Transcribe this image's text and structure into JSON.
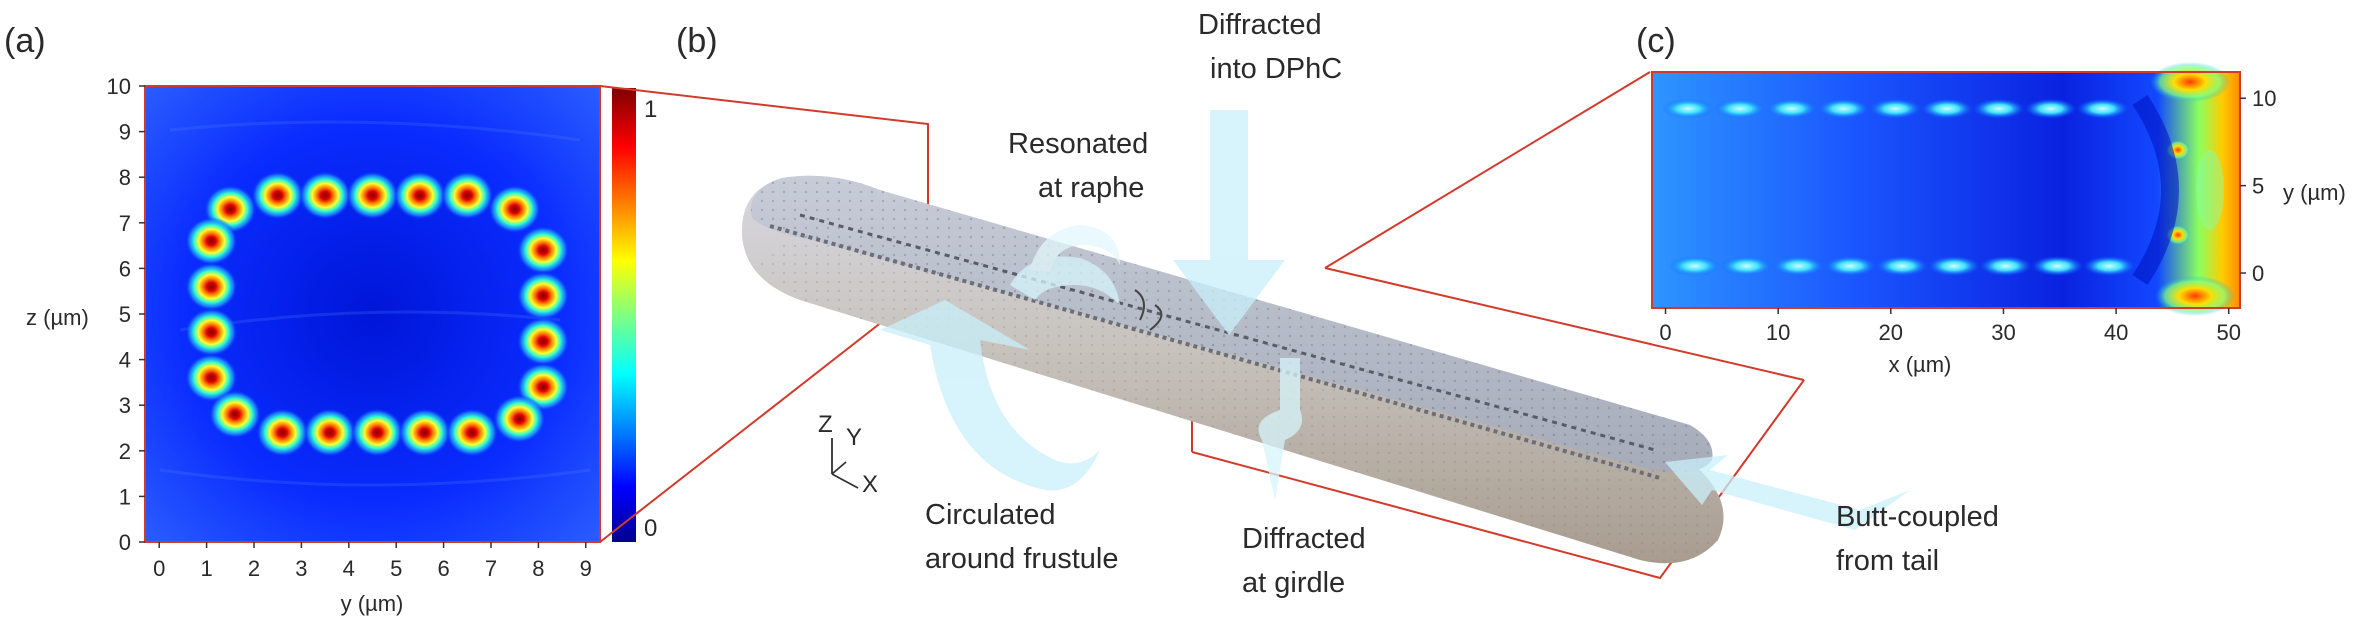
{
  "panels": {
    "a": {
      "label": "(a)",
      "xlabel": "y (µm)",
      "ylabel": "z (µm)",
      "xticks": [
        "0",
        "1",
        "2",
        "3",
        "4",
        "5",
        "6",
        "7",
        "8",
        "9"
      ],
      "yticks": [
        "0",
        "1",
        "2",
        "3",
        "4",
        "5",
        "6",
        "7",
        "8",
        "9",
        "10"
      ],
      "colorbar": {
        "max": "1",
        "min": "0"
      }
    },
    "b": {
      "label": "(b)",
      "annotations": {
        "diffracted_dphc": [
          "Diffracted",
          "into DPhC"
        ],
        "resonated": [
          "Resonated",
          "at raphe"
        ],
        "circulated": [
          "Circulated",
          "around frustule"
        ],
        "diffracted_girdle": [
          "Diffracted",
          "at girdle"
        ],
        "butt_coupled": [
          "Butt-coupled",
          "from tail"
        ]
      },
      "axes_icon": {
        "z": "Z",
        "y": "Y",
        "x": "X"
      }
    },
    "c": {
      "label": "(c)",
      "xlabel": "x (µm)",
      "ylabel": "y (µm)",
      "xticks": [
        "0",
        "10",
        "20",
        "30",
        "40",
        "50"
      ],
      "yticks": [
        "0",
        "5",
        "10"
      ]
    }
  },
  "chart_data": [
    {
      "type": "heatmap",
      "xlabel": "y (µm)",
      "ylabel": "z (µm)",
      "xlim": [
        0,
        9.6
      ],
      "ylim": [
        0,
        10
      ],
      "colorbar_range": [
        0,
        1
      ],
      "mode_spots": [
        {
          "x": 2.8,
          "y": 7.6
        },
        {
          "x": 3.8,
          "y": 7.6
        },
        {
          "x": 4.8,
          "y": 7.6
        },
        {
          "x": 5.8,
          "y": 7.6
        },
        {
          "x": 6.8,
          "y": 7.6
        },
        {
          "x": 1.8,
          "y": 7.3
        },
        {
          "x": 7.8,
          "y": 7.3
        },
        {
          "x": 1.4,
          "y": 6.6
        },
        {
          "x": 1.4,
          "y": 5.6
        },
        {
          "x": 1.4,
          "y": 4.6
        },
        {
          "x": 1.4,
          "y": 3.6
        },
        {
          "x": 8.4,
          "y": 6.4
        },
        {
          "x": 8.4,
          "y": 5.4
        },
        {
          "x": 8.4,
          "y": 4.4
        },
        {
          "x": 8.4,
          "y": 3.4
        },
        {
          "x": 1.9,
          "y": 2.8
        },
        {
          "x": 7.9,
          "y": 2.7
        },
        {
          "x": 2.9,
          "y": 2.4
        },
        {
          "x": 3.9,
          "y": 2.4
        },
        {
          "x": 4.9,
          "y": 2.4
        },
        {
          "x": 5.9,
          "y": 2.4
        },
        {
          "x": 6.9,
          "y": 2.4
        }
      ]
    },
    {
      "type": "heatmap",
      "xlabel": "x (µm)",
      "ylabel": "y (µm)",
      "xlim": [
        -1.2,
        51
      ],
      "ylim": [
        -2,
        11.5
      ],
      "colorbar_range": [
        0,
        1
      ]
    }
  ],
  "colors": {
    "frame_red": "#d33a2c",
    "jet_dark": "#00008f",
    "jet_blue": "#0060ff",
    "arrow_cyan": "#c9f0fb",
    "frustule_body": "#bfb5a8",
    "frustule_top": "#aeb4c2"
  }
}
